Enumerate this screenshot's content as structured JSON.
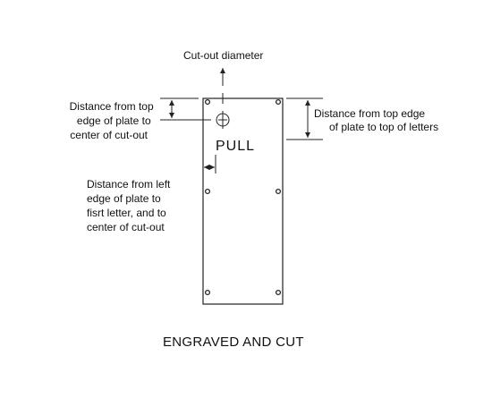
{
  "diagram": {
    "labels": {
      "cutout_diameter": "Cut-out diameter",
      "top_to_cutout": [
        "Distance from top",
        "edge of plate to",
        "center of cut-out"
      ],
      "top_to_letters": [
        "Distance from top edge",
        "of plate to top of letters"
      ],
      "left_to_letter": [
        "Distance from left",
        "edge of plate to",
        "fisrt letter, and to",
        "center of cut-out"
      ]
    },
    "plate_text": "PULL",
    "caption": "ENGRAVED AND CUT"
  }
}
